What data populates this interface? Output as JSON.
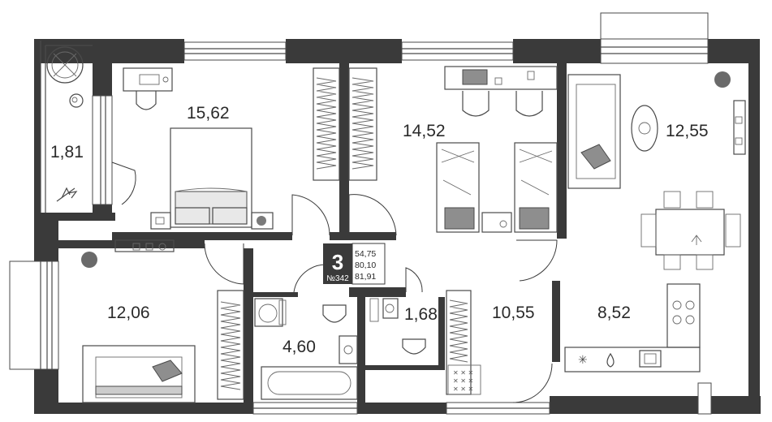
{
  "plan": {
    "rooms_count": "3",
    "apartment_number": "№342",
    "areas_info": [
      "54,75",
      "80,10",
      "81,91"
    ],
    "rooms": [
      {
        "id": "balcony",
        "area": "1,81"
      },
      {
        "id": "bedroom",
        "area": "15,62"
      },
      {
        "id": "kids-room",
        "area": "14,52"
      },
      {
        "id": "living-room",
        "area": "12,55"
      },
      {
        "id": "room-4",
        "area": "12,06"
      },
      {
        "id": "bathroom",
        "area": "4,60"
      },
      {
        "id": "wc",
        "area": "1,68"
      },
      {
        "id": "hall",
        "area": "10,55"
      },
      {
        "id": "kitchen",
        "area": "8,52"
      }
    ],
    "colors": {
      "wall": "#3a3a3a",
      "line": "#4a4a4a",
      "fabric": "#8e8e8e",
      "background": "#ffffff"
    }
  }
}
